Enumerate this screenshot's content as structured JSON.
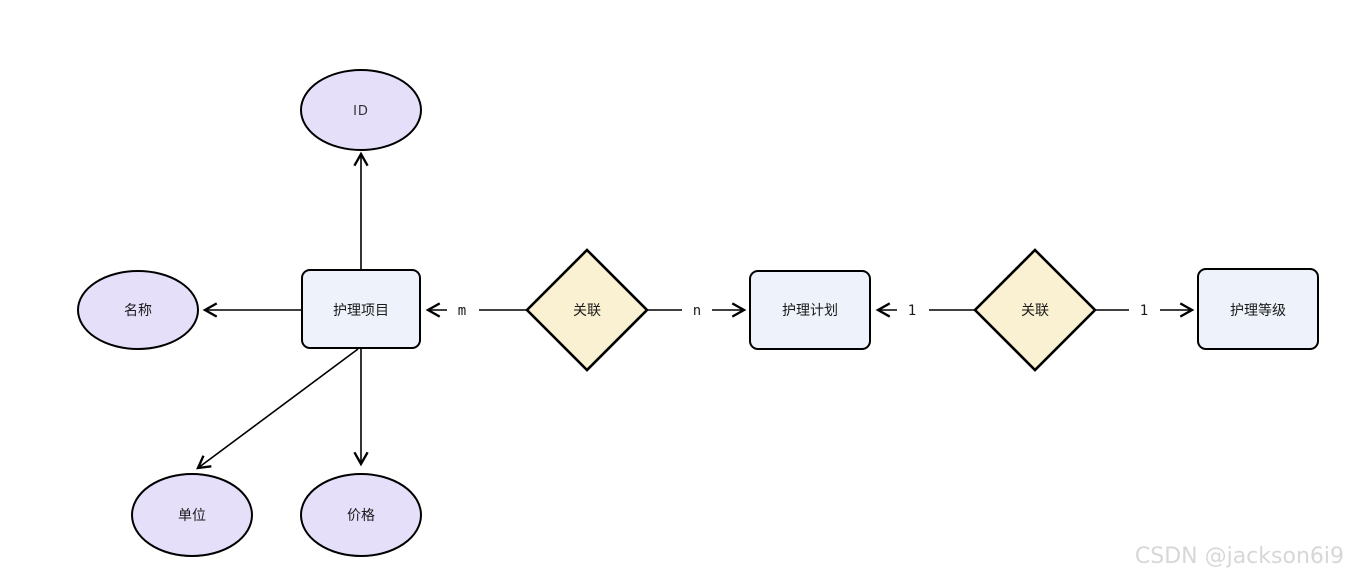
{
  "page": {
    "background": "#ffffff",
    "watermark": "CSDN @jackson6i9"
  },
  "diagram": {
    "type": "er-diagram",
    "entities": [
      {
        "id": "nursing-item",
        "label": "护理项目"
      },
      {
        "id": "nursing-plan",
        "label": "护理计划"
      },
      {
        "id": "nursing-level",
        "label": "护理等级"
      }
    ],
    "attributes": [
      {
        "id": "id",
        "label": "ID",
        "of": "护理项目"
      },
      {
        "id": "name",
        "label": "名称",
        "of": "护理项目"
      },
      {
        "id": "unit",
        "label": "单位",
        "of": "护理项目"
      },
      {
        "id": "price",
        "label": "价格",
        "of": "护理项目"
      }
    ],
    "relationships": [
      {
        "id": "rel-item-plan",
        "label": "关联",
        "left_entity": "护理项目",
        "right_entity": "护理计划",
        "left_cardinality": "m",
        "right_cardinality": "n"
      },
      {
        "id": "rel-plan-level",
        "label": "关联",
        "left_entity": "护理计划",
        "right_entity": "护理等级",
        "left_cardinality": "1",
        "right_cardinality": "1"
      }
    ],
    "colors": {
      "attribute_fill": "#e6dffa",
      "entity_fill": "#edf2fb",
      "relationship_fill": "#faf0d2",
      "stroke": "#000000",
      "watermark_color": "#d7d7d7"
    }
  }
}
